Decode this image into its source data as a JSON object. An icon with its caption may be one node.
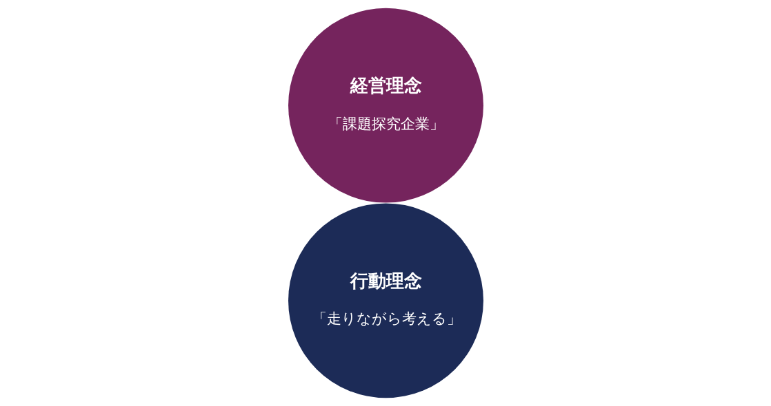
{
  "diagram": {
    "nodes": [
      {
        "text": [
          "経営理念",
          "「課題探究企業」"
        ]
      },
      {
        "text": [
          "行動理念",
          "「走りながら考える」"
        ]
      }
    ]
  }
}
